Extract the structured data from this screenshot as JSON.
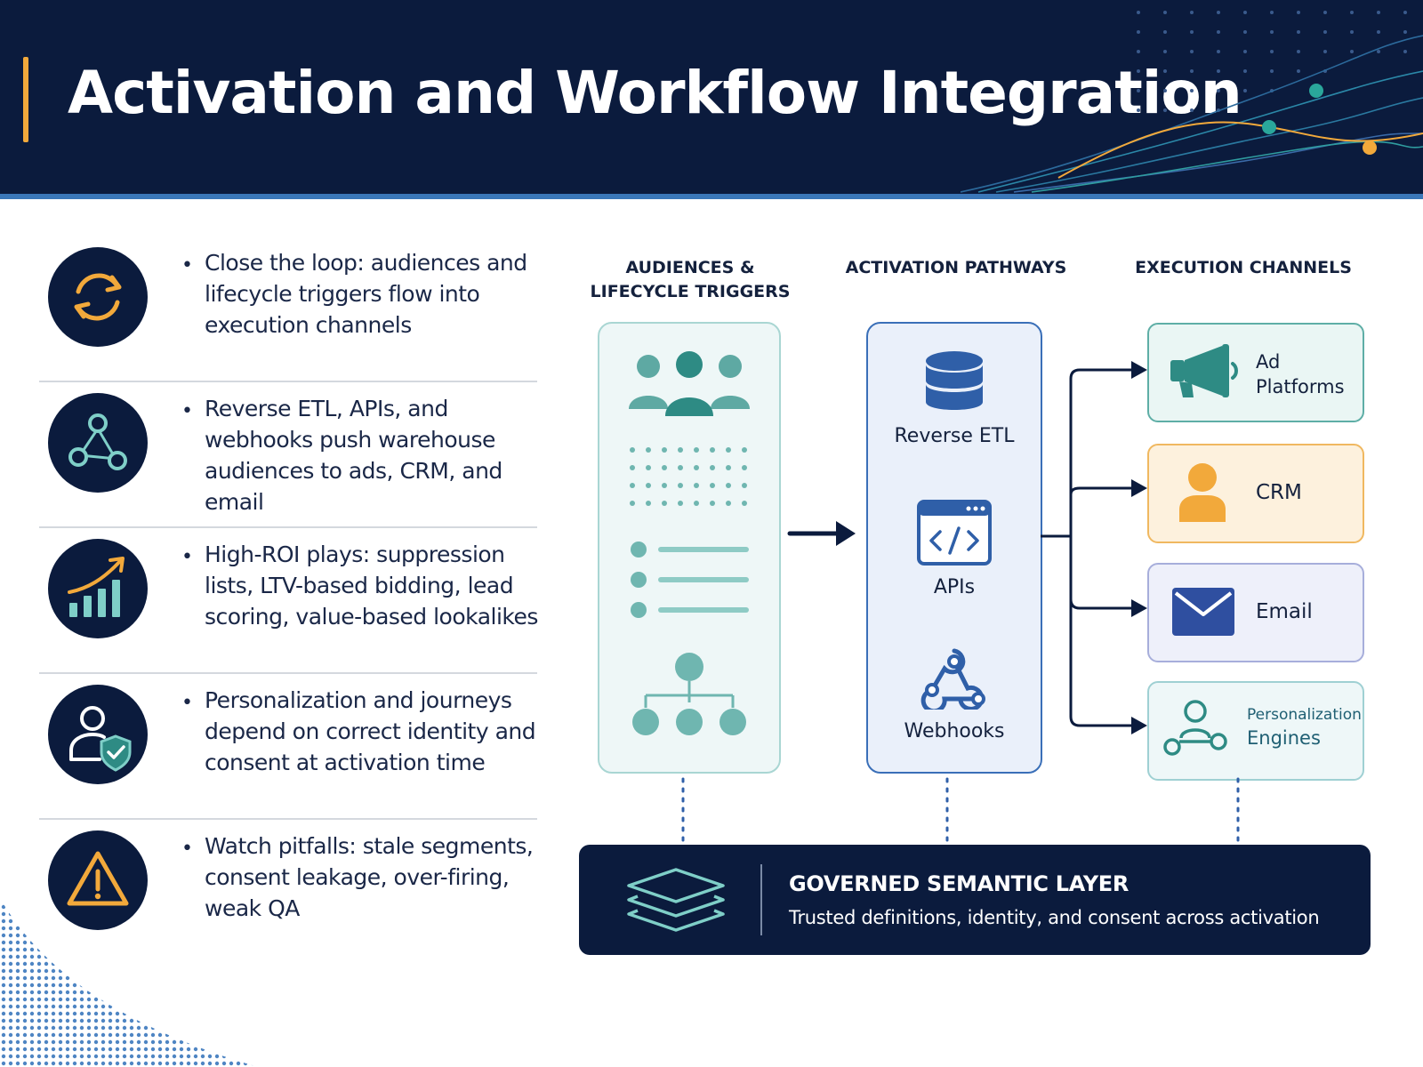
{
  "header": {
    "title": "Activation and Workflow Integration"
  },
  "bullets": [
    {
      "icon": "refresh-cycle-icon",
      "text": "Close the loop: audiences and lifecycle triggers flow into execution channels"
    },
    {
      "icon": "network-nodes-icon",
      "text": "Reverse ETL, APIs, and webhooks push warehouse audiences to ads, CRM, and email"
    },
    {
      "icon": "growth-chart-icon",
      "text": "High-ROI plays: suppression lists, LTV-based bidding, lead scoring, value-based lookalikes"
    },
    {
      "icon": "user-shield-icon",
      "text": "Personalization and journeys depend on correct identity and consent at activation time"
    },
    {
      "icon": "warning-triangle-icon",
      "text": "Watch pitfalls: stale segments, consent leakage, over-firing, weak QA"
    }
  ],
  "columns": {
    "audiences": "AUDIENCES & LIFECYCLE TRIGGERS",
    "pathways": "ACTIVATION PATHWAYS",
    "channels": "EXECUTION CHANNELS"
  },
  "pathways": [
    {
      "icon": "database-icon",
      "label": "Reverse ETL"
    },
    {
      "icon": "code-window-icon",
      "label": "APIs"
    },
    {
      "icon": "webhook-icon",
      "label": "Webhooks"
    }
  ],
  "channels": [
    {
      "icon": "megaphone-icon",
      "label_line1": "Ad",
      "label_line2": "Platforms"
    },
    {
      "icon": "person-icon",
      "label_line1": "CRM"
    },
    {
      "icon": "envelope-icon",
      "label_line1": "Email"
    },
    {
      "icon": "personalization-nodes-icon",
      "label_line1": "Personalization",
      "label_line2": "Engines"
    }
  ],
  "semantic_layer": {
    "title": "GOVERNED SEMANTIC LAYER",
    "subtitle": "Trusted definitions, identity, and consent across activation"
  },
  "colors": {
    "navy": "#0b1b3d",
    "teal": "#2e8b84",
    "orange": "#f2a93b",
    "blue": "#2f5fa8",
    "purple_border": "#a7aedb"
  }
}
